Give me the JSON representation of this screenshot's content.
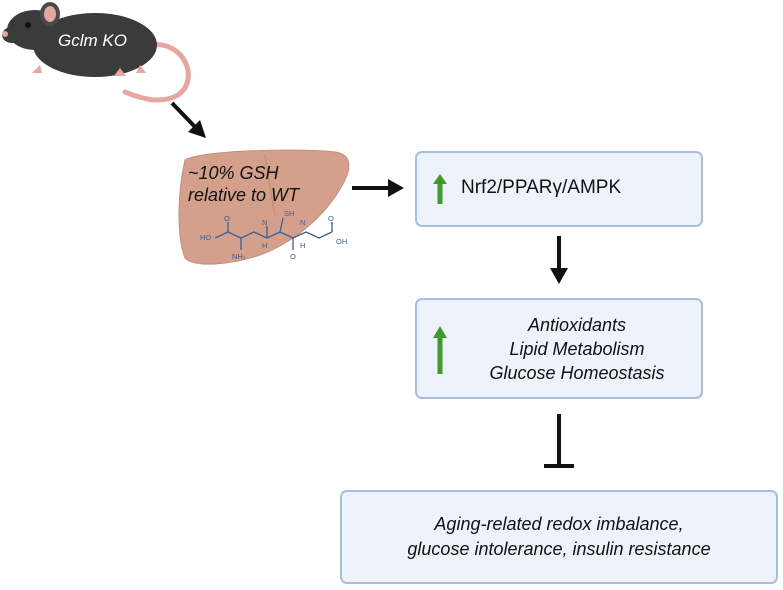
{
  "mouse": {
    "label": "Gclm KO"
  },
  "liver": {
    "line1": "~10% GSH",
    "line2": "relative to WT"
  },
  "pathway": {
    "label": "Nrf2/PPARγ/AMPK"
  },
  "effects": {
    "items": [
      "Antioxidants",
      "Lipid Metabolism",
      "Glucose Homeostasis"
    ]
  },
  "outcome": {
    "line1": "Aging-related redox imbalance,",
    "line2": "glucose intolerance, insulin resistance"
  },
  "molecule": {
    "labels": {
      "sh": "SH",
      "ho": "HO",
      "o1": "O",
      "nh2": "NH₂",
      "nh1": "N",
      "h1": "H",
      "o2": "O",
      "nh3": "N",
      "h2": "H",
      "o3": "O",
      "oh": "OH"
    }
  },
  "colors": {
    "up_arrow": "#3e9a2b",
    "box_fill": "#eef3fb",
    "box_border": "#a9bedf",
    "liver": "#d4a08c",
    "mouse": "#3b3b3b",
    "mouse_skin": "#e8a6a0"
  },
  "icons": [
    "mouse-icon",
    "liver-icon",
    "arrow-icon",
    "up-arrow-icon",
    "inhibition-icon"
  ]
}
